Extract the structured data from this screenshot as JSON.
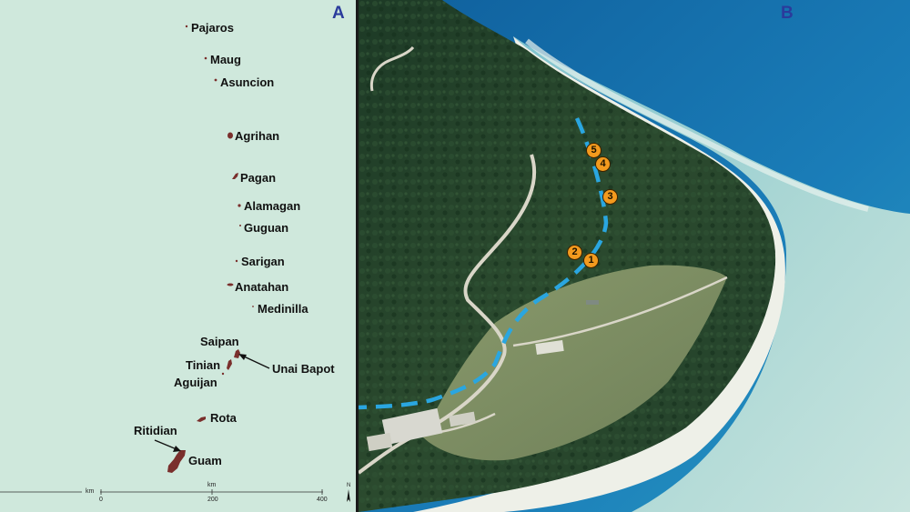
{
  "panels": {
    "a_label": "A",
    "b_label": "B"
  },
  "map": {
    "islands": [
      {
        "name": "Pajaros"
      },
      {
        "name": "Maug"
      },
      {
        "name": "Asuncion"
      },
      {
        "name": "Agrihan"
      },
      {
        "name": "Pagan"
      },
      {
        "name": "Alamagan"
      },
      {
        "name": "Guguan"
      },
      {
        "name": "Sarigan"
      },
      {
        "name": "Anatahan"
      },
      {
        "name": "Medinilla"
      },
      {
        "name": "Saipan"
      },
      {
        "name": "Tinian"
      },
      {
        "name": "Aguijan"
      },
      {
        "name": "Rota"
      },
      {
        "name": "Guam"
      }
    ],
    "callouts": {
      "unai_bapot": "Unai Bapot",
      "ritidian": "Ritidian"
    },
    "scale_bar": {
      "unit_left": "km",
      "unit_top": "km",
      "ticks": [
        "0",
        "200",
        "400"
      ]
    },
    "north_arrow": "N"
  },
  "photo": {
    "site_markers": [
      "1",
      "2",
      "3",
      "4",
      "5"
    ]
  },
  "colors": {
    "sea_map": "#cfe8dc",
    "island": "#7a2f2c",
    "forest": "#23402a",
    "ocean": "#1e7fb8",
    "transect": "#2aa6e0",
    "marker": "#f39a1e"
  }
}
